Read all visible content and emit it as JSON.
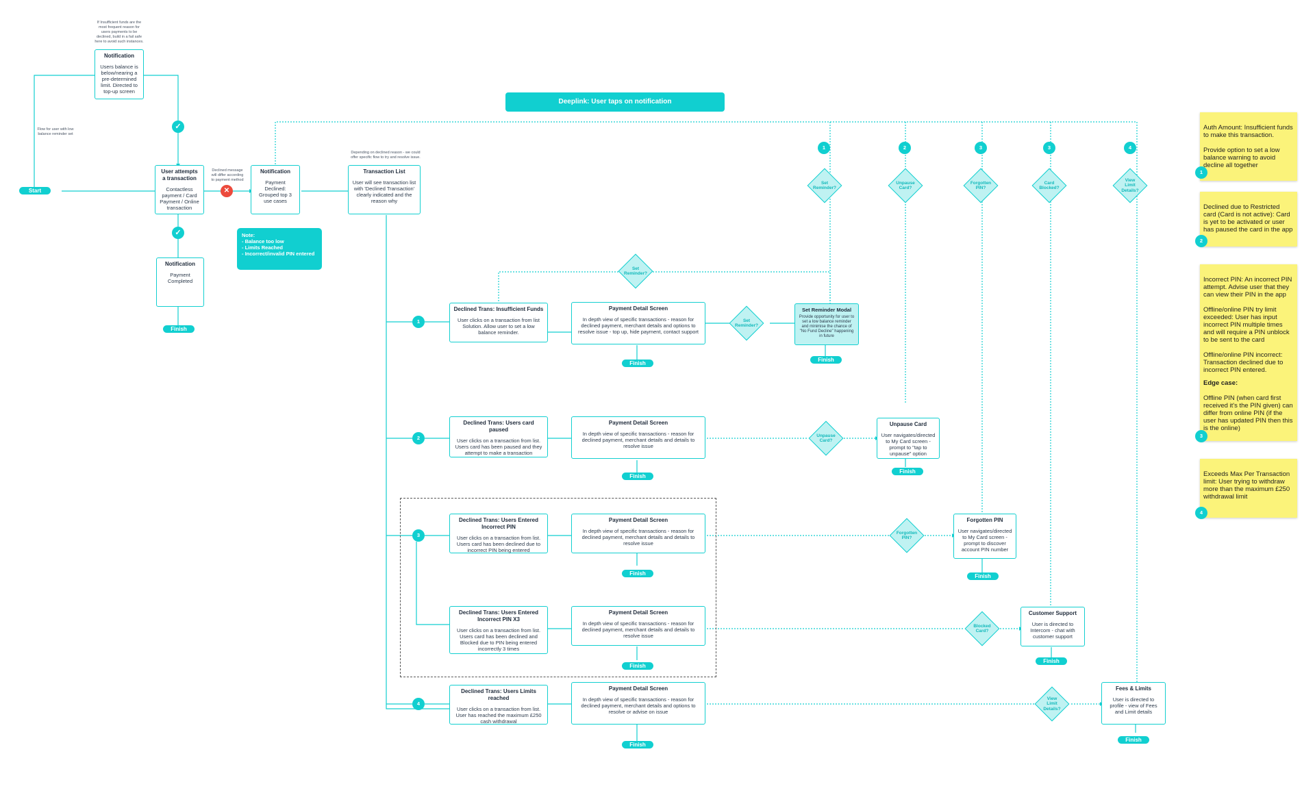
{
  "start": "Start",
  "deeplink": "Deeplink: User taps on notification",
  "top_note": "If Insufficient funds are the most frequent reason for users payments to be declined, build in a fail safe here to avoid such instances.",
  "low_balance_note": "Flow for user with low balance reminder set",
  "declined_msg_note": "Declined message will differ according to payment method",
  "depending_note": "Depending on declined reason - we could offer specific flow to try and resolve issue.",
  "notif_balance": {
    "title": "Notification",
    "body": "Users balance is below/nearing a pre-determined limit. Directed to top-up screen"
  },
  "user_attempts": {
    "title": "User attempts a transaction",
    "body": "Contactless payment / Card Payment / Online transaction"
  },
  "notif_completed": {
    "title": "Notification",
    "body": "Payment Completed"
  },
  "notif_declined": {
    "title": "Notification",
    "body": "Payment Declined: Grouped top 3 use cases"
  },
  "transaction_list": {
    "title": "Transaction List",
    "body": "User will see transaction list with 'Declined Transaction' clearly indicated and the reason why"
  },
  "note_box": {
    "title": "Note:",
    "items": [
      "- Balance too low",
      "- Limits Reached",
      "- Incorrect/invalid PIN entered"
    ]
  },
  "finish": "Finish",
  "branch_numbers": [
    "1",
    "2",
    "3",
    "4"
  ],
  "declined": [
    {
      "title": "Declined Trans: Insufficient Funds",
      "body": "User clicks on a transaction from list Solution. Allow user to set a low balance reminder."
    },
    {
      "title": "Declined Trans: Users card paused",
      "body": "User clicks on a transaction from list. Users card has been paused and they attempt to make a transaction"
    },
    {
      "title": "Declined Trans: Users Entered Incorrect PIN",
      "body": "User clicks on a transaction from list. Users card has been declined due to incorrect PIN being entered"
    },
    {
      "title": "Declined Trans: Users Entered Incorrect PIN X3",
      "body": "User clicks on a transaction from list. Users card has been declined and Blocked due to PIN being entered incorrectly 3 times"
    },
    {
      "title": "Declined Trans: Users Limits reached",
      "body": "User clicks on a transaction from list. User has reached the maximum £250 cash withdrawal"
    }
  ],
  "payment_detail": [
    {
      "title": "Payment Detail Screen",
      "body": "In depth view of specific transactions - reason for declined payment, merchant details and options to resolve issue - top up, hide payment, contact support"
    },
    {
      "title": "Payment Detail Screen",
      "body": "In depth view of specific transactions - reason for declined payment, merchant details and details to resolve issue"
    },
    {
      "title": "Payment Detail Screen",
      "body": "In depth view of specific transactions - reason for declined payment, merchant details and details to resolve issue"
    },
    {
      "title": "Payment Detail Screen",
      "body": "In depth view of specific transactions - reason for declined payment, merchant details and details to resolve issue"
    },
    {
      "title": "Payment Detail Screen",
      "body": "In depth view of specific transactions - reason for declined payment, merchant details and options to resolve or advise on issue"
    }
  ],
  "diamonds_top": [
    "Set Reminder?",
    "Unpause Card?",
    "Forgotten PIN?",
    "Card Blocked?",
    "View Limit Details?"
  ],
  "diamond_set_reminder_mid": "Set Reminder?",
  "diamond_set_reminder_row": "Set Reminder?",
  "diamond_unpause_row": "Unpause Card?",
  "diamond_forgotten_row": "Forgotten PIN?",
  "diamond_blocked_row": "Blocked Card?",
  "diamond_limit_row": "View Limit Details?",
  "set_reminder_modal": {
    "title": "Set Reminder Modal",
    "body": "Provide opportunity for user to set a low balance reminder and minimise the chance of \"No Fund Decline\" happening in future"
  },
  "unpause_card": {
    "title": "Unpause Card",
    "body": "User navigates/directed to My Card screen - prompt to \"tap to unpause\" option"
  },
  "forgotten_pin": {
    "title": "Forgotten PIN",
    "body": "User navigates/directed to My Card screen - prompt to discover account PIN number"
  },
  "customer_support": {
    "title": "Customer Support",
    "body": "User is directed to Intercom - chat with customer support"
  },
  "fees_limits": {
    "title": "Fees & Limits",
    "body": "User is directed to profile - view of Fees and Limit details"
  },
  "stickies": [
    {
      "text": "Auth Amount: Insufficient funds to make this transaction.\n\nProvide option to set a low balance warning to avoid decline all together",
      "num": "1"
    },
    {
      "text": "Declined due to Restricted card (Card is not active): Card is yet to be activated or user has paused the card in the app",
      "num": "2"
    },
    {
      "text": "Incorrect PIN: An incorrect PIN attempt. Advise user that they can view their PIN in the app\n\nOffline/online PIN try limit exceeded: User has input incorrect PIN multiple times and will require a PIN unblock to be sent to the card\n\nOffline/online PIN incorrect: Transaction declined due to incorrect PIN entered.",
      "edge_title": "Edge case:",
      "edge_text": "Offline PIN (when card first received it's the PIN given) can differ from online PIN (if the user has updated PIN then this is the online)",
      "num": "3"
    },
    {
      "text": "Exceeds Max Per Transaction limit: User trying to withdraw more than the maximum £250 withdrawal limit",
      "num": "4"
    }
  ],
  "colors": {
    "accent": "#11cfd0",
    "diamond_fill": "#bff2f2",
    "error": "#ec4a3c",
    "sticky": "#fbf37a"
  }
}
